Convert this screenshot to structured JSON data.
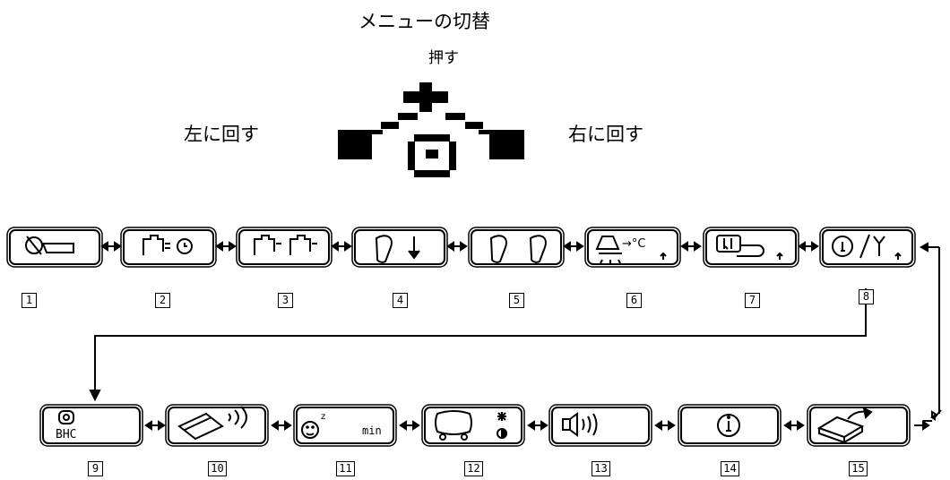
{
  "header": {
    "title": "メニューの切替",
    "push_label": "押す",
    "rotate_left_label": "左に回す",
    "rotate_right_label": "右に回す"
  },
  "menu_row_1": [
    {
      "number": "1",
      "icon": "hand-pointing-icon"
    },
    {
      "number": "2",
      "icon": "massage-timer-icon"
    },
    {
      "number": "3",
      "icon": "double-massage-icon"
    },
    {
      "number": "4",
      "icon": "foot-down-icon"
    },
    {
      "number": "5",
      "icon": "two-feet-icon"
    },
    {
      "number": "6",
      "icon": "heater-temperature-icon",
      "text": "→°C"
    },
    {
      "number": "7",
      "icon": "battery-setting-icon"
    },
    {
      "number": "8",
      "icon": "info-tool-icon"
    }
  ],
  "menu_row_2": [
    {
      "number": "9",
      "icon": "bhc-icon",
      "text": "BHC"
    },
    {
      "number": "10",
      "icon": "wireless-device-icon"
    },
    {
      "number": "11",
      "icon": "sleep-timer-icon",
      "text": "min"
    },
    {
      "number": "12",
      "icon": "display-brightness-icon"
    },
    {
      "number": "13",
      "icon": "speaker-volume-icon"
    },
    {
      "number": "14",
      "icon": "info-icon"
    },
    {
      "number": "15",
      "icon": "print-export-icon"
    }
  ]
}
